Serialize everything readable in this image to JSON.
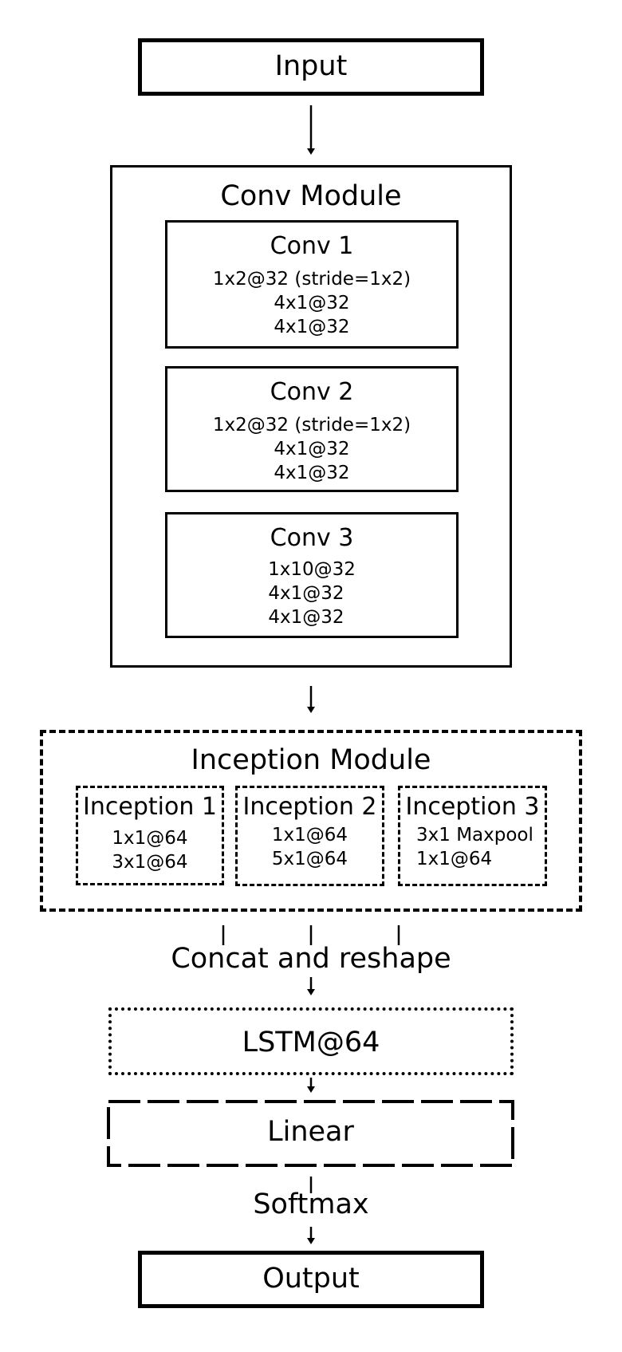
{
  "input": {
    "label": "Input"
  },
  "conv_module": {
    "title": "Conv Module",
    "blocks": [
      {
        "title": "Conv 1",
        "lines": [
          "1x2@32 (stride=1x2)",
          "4x1@32",
          "4x1@32"
        ]
      },
      {
        "title": "Conv 2",
        "lines": [
          "1x2@32 (stride=1x2)",
          "4x1@32",
          "4x1@32"
        ]
      },
      {
        "title": "Conv 3",
        "lines": [
          "1x10@32",
          "4x1@32",
          "4x1@32"
        ]
      }
    ]
  },
  "inception_module": {
    "title": "Inception Module",
    "blocks": [
      {
        "title": "Inception 1",
        "lines": [
          "1x1@64",
          "3x1@64"
        ]
      },
      {
        "title": "Inception 2",
        "lines": [
          "1x1@64",
          "5x1@64"
        ]
      },
      {
        "title": "Inception 3",
        "lines": [
          "3x1 Maxpool",
          "1x1@64"
        ]
      }
    ]
  },
  "concat": {
    "label": "Concat and reshape"
  },
  "lstm": {
    "label": "LSTM@64"
  },
  "linear": {
    "label": "Linear"
  },
  "softmax": {
    "label": "Softmax"
  },
  "output": {
    "label": "Output"
  }
}
